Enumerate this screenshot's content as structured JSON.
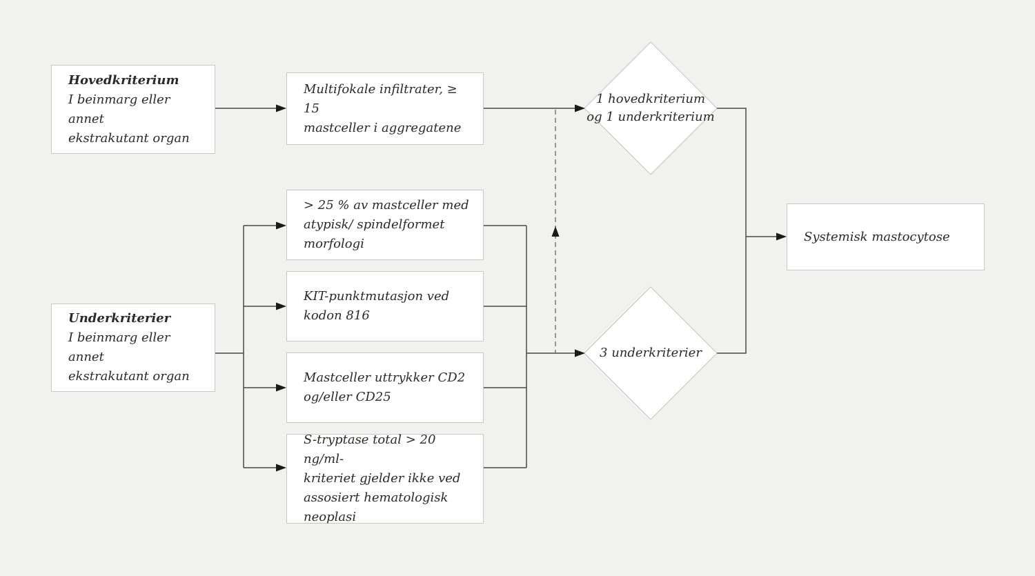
{
  "figure": {
    "type": "flowchart",
    "language": "Norwegian"
  },
  "colors": {
    "background": "#f2f1ee",
    "node_fill": "#ffffff",
    "node_border": "#c9c8c4",
    "connector": "#4a4946",
    "dashed_connector": "#6f6e6a",
    "arrowhead": "#1b1a18",
    "text": "#2b2a27"
  },
  "nodes": {
    "hovedkriterium": {
      "title": "Hovedkriterium",
      "body": "I beinmarg eller annet\nekstrakutant organ"
    },
    "multifokale": {
      "text": "Multifokale infiltrater, ≥ 15\nmastceller i aggregatene"
    },
    "underkriterier": {
      "title": "Underkriterier",
      "body": "I beinmarg eller annet\nekstrakutant organ"
    },
    "underkriterium_1": {
      "text": "> 25 % av mastceller med\natypisk/ spindelformet\nmorfologi"
    },
    "underkriterium_2": {
      "text": "KIT-punktmutasjon ved\nkodon 816"
    },
    "underkriterium_3": {
      "text": "Mastceller uttrykker CD2\nog/eller CD25"
    },
    "underkriterium_4": {
      "text": "S-tryptase total > 20 ng/ml-\nkriteriet gjelder ikke ved\nassosiert hematologisk\nneoplasi"
    },
    "decision_hoved": {
      "text": "1 hovedkriterium\nog 1 underkriterium"
    },
    "decision_under": {
      "text": "3 underkriterier"
    },
    "result": {
      "text": "Systemisk mastocytose"
    }
  }
}
